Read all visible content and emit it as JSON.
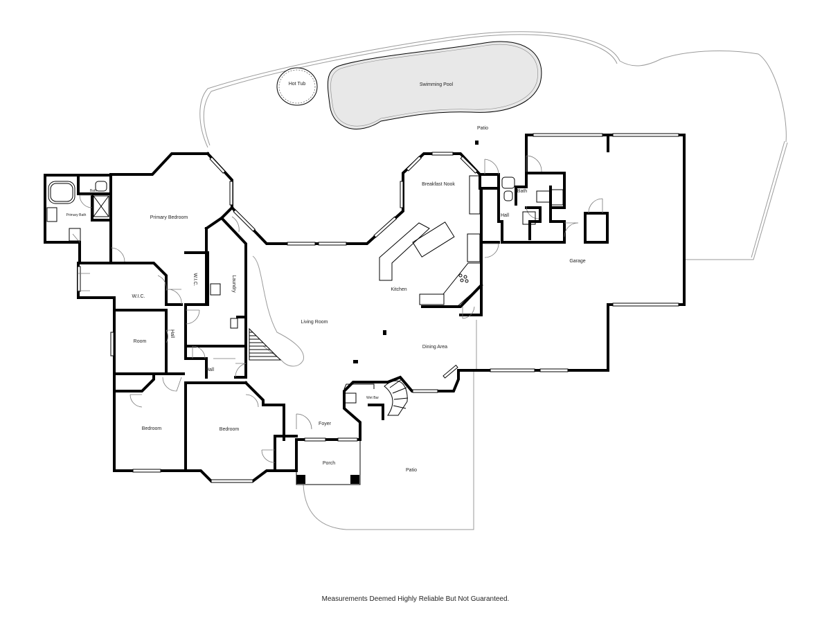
{
  "rooms": {
    "hot_tub": "Hot Tub",
    "swimming_pool": "Swimming Pool",
    "patio_back": "Patio",
    "breakfast_nook": "Breakfast Nook",
    "bath_garage": "Bath",
    "hall_garage": "Hall",
    "garage": "Garage",
    "primary_bath": "Primary Bath",
    "bath_primary": "Bath",
    "primary_bedroom": "Primary Bedroom",
    "wic_1": "W.I.C.",
    "wic_2": "W.I.C.",
    "laundry": "Laundry",
    "kitchen": "Kitchen",
    "living_room": "Living Room",
    "room": "Room",
    "hall_side": "Hall",
    "hall_center": "Hall",
    "dining_area": "Dining Area",
    "wet_bar": "Wet Bar",
    "foyer": "Foyer",
    "bedroom_1": "Bedroom",
    "bedroom_2": "Bedroom",
    "porch": "Porch",
    "patio_front": "Patio"
  },
  "footer": {
    "disclaimer": "Measurements Deemed Highly Reliable But Not Guaranteed."
  }
}
